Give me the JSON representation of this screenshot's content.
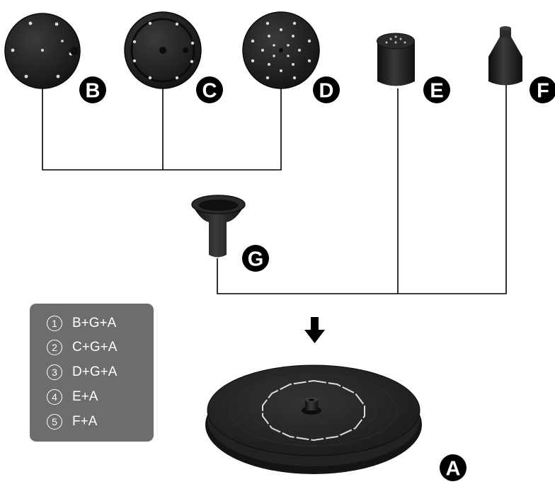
{
  "parts": {
    "a": {
      "label": "A"
    },
    "b": {
      "label": "B"
    },
    "c": {
      "label": "C"
    },
    "d": {
      "label": "D"
    },
    "e": {
      "label": "E"
    },
    "f": {
      "label": "F"
    },
    "g": {
      "label": "G"
    }
  },
  "combinations": [
    {
      "marker": "1",
      "text": "B+G+A"
    },
    {
      "marker": "2",
      "text": "C+G+A"
    },
    {
      "marker": "3",
      "text": "D+G+A"
    },
    {
      "marker": "4",
      "text": "E+A"
    },
    {
      "marker": "5",
      "text": "F+A"
    }
  ],
  "colors": {
    "part": "#1a1a1a",
    "line": "#000000",
    "badge": "#000000",
    "legend_bg": "#6d6d6d"
  }
}
